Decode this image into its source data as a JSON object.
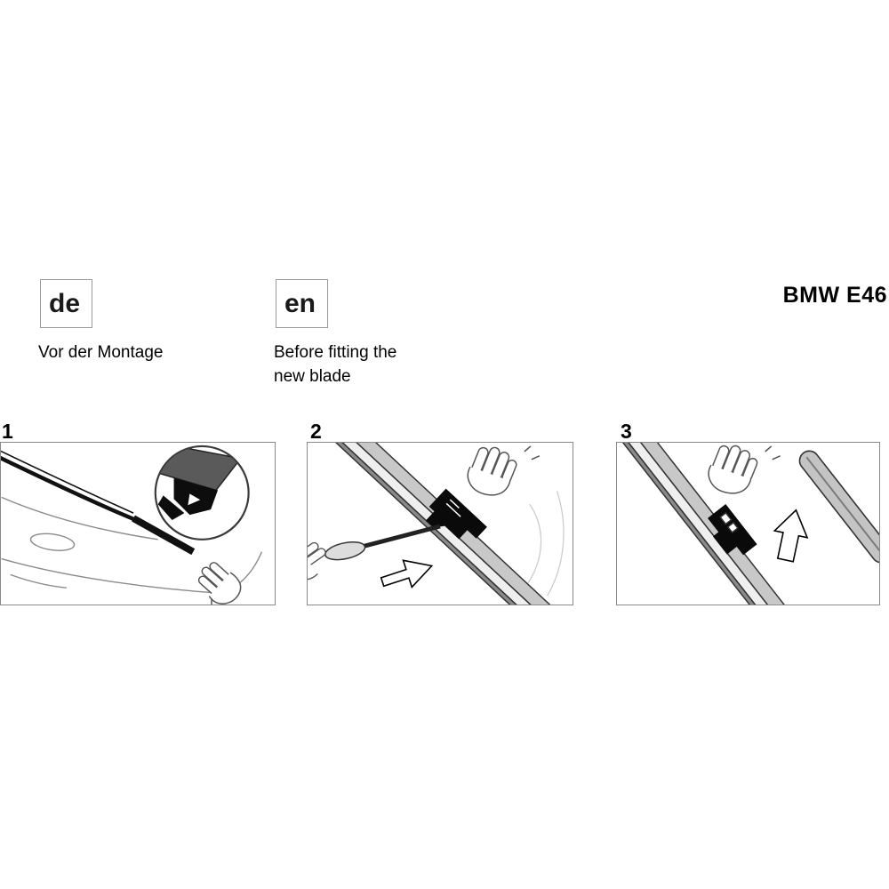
{
  "header": {
    "model": "BMW E46"
  },
  "languages": [
    {
      "code": "de",
      "caption_lines": [
        "Vor der Montage"
      ]
    },
    {
      "code": "en",
      "caption_lines": [
        "Before fitting the",
        "new blade"
      ]
    }
  ],
  "steps": [
    {
      "number": "1",
      "illustration": "press-release-tab-on-wiper-arm"
    },
    {
      "number": "2",
      "illustration": "lever-latch-open-with-screwdriver"
    },
    {
      "number": "3",
      "illustration": "slide-old-blade-off-arm"
    }
  ],
  "colors": {
    "ink": "#111111",
    "outline": "#555555",
    "panel_border": "#8a8a8a",
    "blade_gray": "#c8c8c8"
  }
}
